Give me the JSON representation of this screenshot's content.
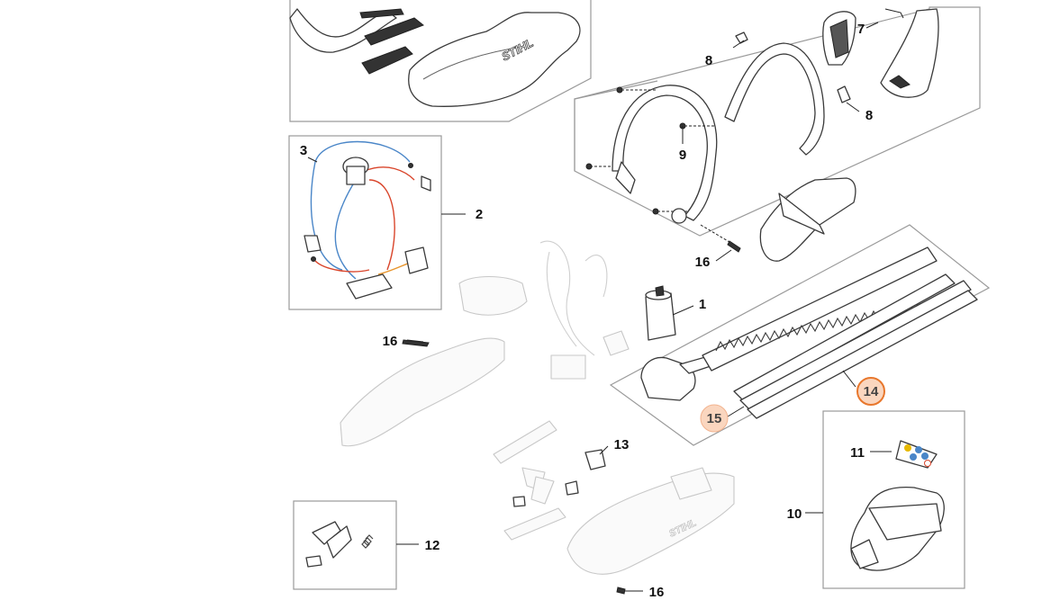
{
  "diagram": {
    "callouts": [
      {
        "id": "1",
        "label": "1",
        "state": "normal"
      },
      {
        "id": "2",
        "label": "2",
        "state": "normal"
      },
      {
        "id": "3",
        "label": "3",
        "state": "normal"
      },
      {
        "id": "7",
        "label": "7",
        "state": "normal"
      },
      {
        "id": "8a",
        "label": "8",
        "state": "normal"
      },
      {
        "id": "8b",
        "label": "8",
        "state": "normal"
      },
      {
        "id": "9",
        "label": "9",
        "state": "normal"
      },
      {
        "id": "10",
        "label": "10",
        "state": "normal"
      },
      {
        "id": "11",
        "label": "11",
        "state": "normal"
      },
      {
        "id": "12",
        "label": "12",
        "state": "normal"
      },
      {
        "id": "13",
        "label": "13",
        "state": "normal"
      },
      {
        "id": "14",
        "label": "14",
        "state": "selected"
      },
      {
        "id": "15",
        "label": "15",
        "state": "highlighted"
      },
      {
        "id": "16a",
        "label": "16",
        "state": "normal"
      },
      {
        "id": "16b",
        "label": "16",
        "state": "normal"
      },
      {
        "id": "16c",
        "label": "16",
        "state": "normal"
      }
    ],
    "brand_marks": [
      "STIHL",
      "STIHL"
    ],
    "colors": {
      "selected_fill": "#fad6bf",
      "selected_ring": "#e8772c",
      "highlight_fill": "#fad6bf",
      "wire_blue": "#4a86c8",
      "wire_red": "#d9452b",
      "wire_orange": "#e8952c"
    }
  }
}
